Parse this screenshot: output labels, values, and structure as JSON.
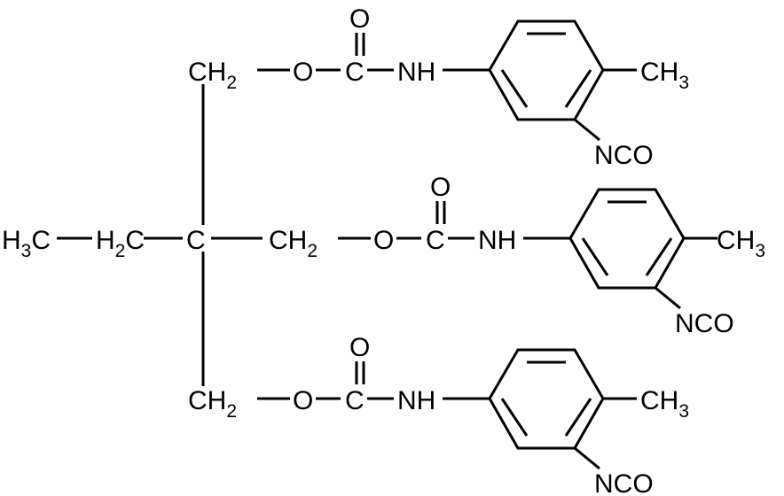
{
  "molecule": {
    "backbone": {
      "ethyl_ch3": {
        "main": "H",
        "sub": "3",
        "tail": "C"
      },
      "ethyl_ch2": {
        "main": "H",
        "sub": "2",
        "tail": "C"
      },
      "quaternary_c": "C"
    },
    "arms": [
      {
        "ch2": {
          "main": "CH",
          "sub": "2"
        },
        "ester_o": "O",
        "carbonyl_c": "C",
        "carbonyl_o": "O",
        "nh": "NH",
        "methyl": {
          "main": "CH",
          "sub": "3"
        },
        "isocyanate": "NCO"
      },
      {
        "ch2": {
          "main": "CH",
          "sub": "2"
        },
        "ester_o": "O",
        "carbonyl_c": "C",
        "carbonyl_o": "O",
        "nh": "NH",
        "methyl": {
          "main": "CH",
          "sub": "3"
        },
        "isocyanate": "NCO"
      },
      {
        "ch2": {
          "main": "CH",
          "sub": "2"
        },
        "ester_o": "O",
        "carbonyl_c": "C",
        "carbonyl_o": "O",
        "nh": "NH",
        "methyl": {
          "main": "CH",
          "sub": "3"
        },
        "isocyanate": "NCO"
      }
    ]
  },
  "colors": {
    "ink": "#000000",
    "background": "#ffffff"
  }
}
